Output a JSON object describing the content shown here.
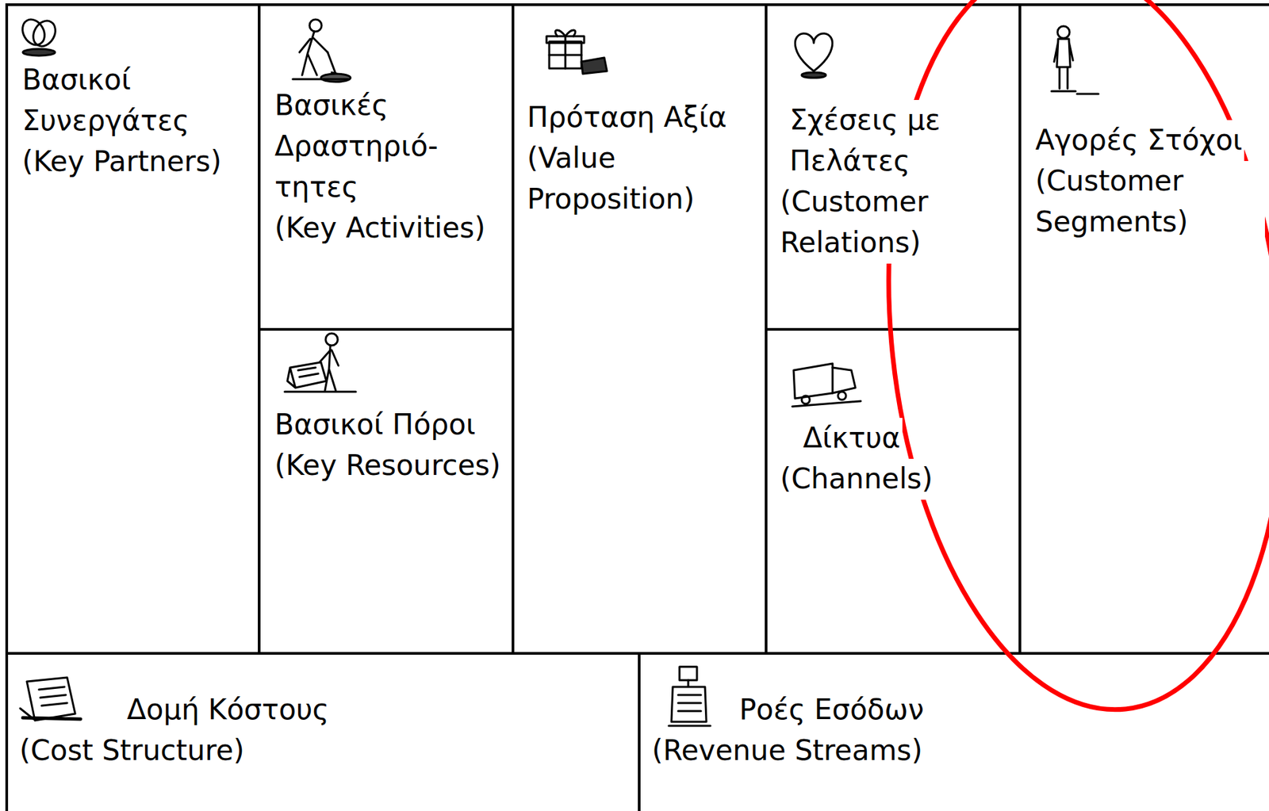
{
  "diagram": {
    "nodes": [
      {
        "text": [
          "Βασικοί Συνεργάτες",
          "(Key Partners)"
        ]
      },
      {
        "text": [
          "Βασικές Δραστηριό- τητες",
          "(Key Activities)"
        ]
      },
      {
        "text": [
          "Βασικοί Πόροι",
          "(Key Resources)"
        ]
      },
      {
        "text": [
          "Πρόταση Αξία",
          "(Value Proposition)"
        ]
      },
      {
        "text": [
          "Σχέσεις με Πελάτες",
          "(Customer Relations)"
        ]
      },
      {
        "text": [
          "Δίκτυα",
          "(Channels)"
        ]
      },
      {
        "text": [
          "Αγορές Στόχοι",
          "(Customer Segments)"
        ]
      },
      {
        "text": [
          "Δομή Κόστους",
          "(Cost Structure)"
        ]
      },
      {
        "text": [
          "Ροές Εσόδων",
          "(Revenue Streams)"
        ]
      }
    ]
  }
}
